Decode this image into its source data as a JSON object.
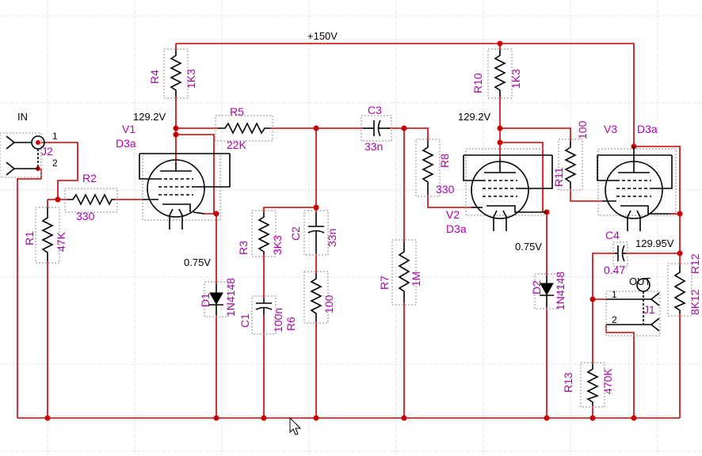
{
  "rail_label": "+150V",
  "inputs": {
    "label": "IN",
    "jack": "J2",
    "pin1": "1",
    "pin2": "2"
  },
  "outputs": {
    "label": "OUT",
    "jack": "J1",
    "pin1": "1",
    "pin2": "2"
  },
  "tubes": [
    {
      "ref": "V1",
      "type": "D3a"
    },
    {
      "ref": "V2",
      "type": "D3a"
    },
    {
      "ref": "V3",
      "type": "D3a"
    }
  ],
  "resistors": [
    {
      "ref": "R1",
      "value": "47K"
    },
    {
      "ref": "R2",
      "value": "330"
    },
    {
      "ref": "R3",
      "value": "3K3"
    },
    {
      "ref": "R4",
      "value": "1K3"
    },
    {
      "ref": "R5",
      "value": "22K"
    },
    {
      "ref": "R6",
      "value": "100"
    },
    {
      "ref": "R7",
      "value": "1M"
    },
    {
      "ref": "R8",
      "value": "330"
    },
    {
      "ref": "R10",
      "value": "1K3"
    },
    {
      "ref": "R11",
      "value": "100"
    },
    {
      "ref": "R12",
      "value": "8K12"
    },
    {
      "ref": "R13",
      "value": "470K"
    }
  ],
  "capacitors": [
    {
      "ref": "C1",
      "value": "100n"
    },
    {
      "ref": "C2",
      "value": "33n"
    },
    {
      "ref": "C3",
      "value": "33n"
    },
    {
      "ref": "C4",
      "value": "0.47"
    }
  ],
  "diodes": [
    {
      "ref": "D1",
      "value": "1N4148"
    },
    {
      "ref": "D2",
      "value": "1N4148"
    }
  ],
  "voltages": {
    "v1_plate": "129.2V",
    "v1_cathode": "0.75V",
    "v2_plate": "129.2V",
    "v2_cathode": "0.75V",
    "v3_cathode": "129.95V"
  },
  "colors": {
    "wire": "#cc0000",
    "label": "#b000b0",
    "component": "#000000",
    "grid": "#dcdcdc"
  }
}
